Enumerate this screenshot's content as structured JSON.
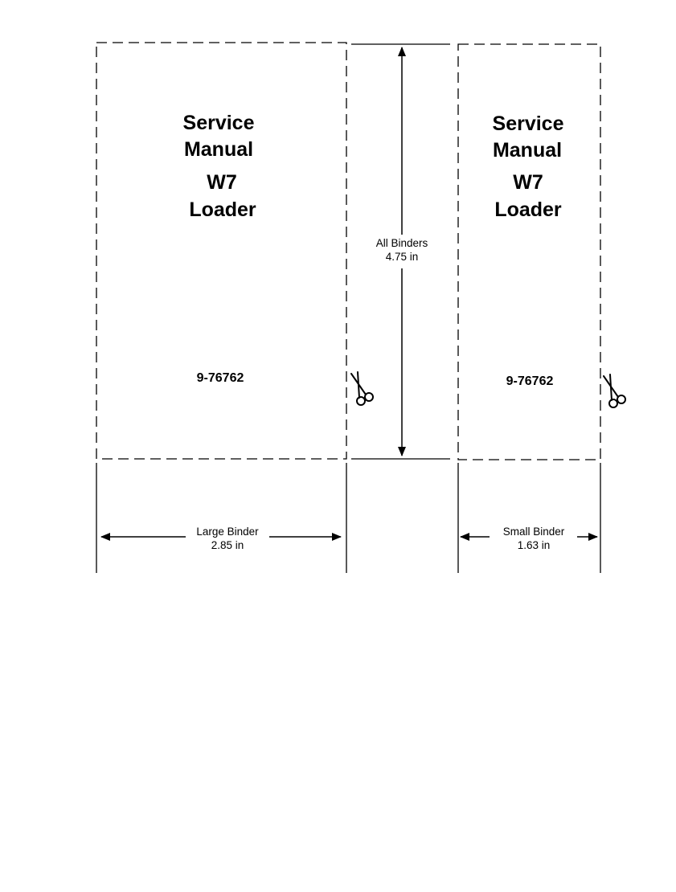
{
  "large_label": {
    "line1": "Service",
    "line2": "Manual",
    "line3": "W7",
    "line4": "Loader",
    "part_number": "9-76762"
  },
  "small_label": {
    "line1": "Service",
    "line2": "Manual",
    "line3": "W7",
    "line4": "Loader",
    "part_number": "9-76762"
  },
  "dimensions": {
    "all_binders": {
      "name": "All Binders",
      "value": "4.75 in"
    },
    "large_binder": {
      "name": "Large Binder",
      "value": "2.85 in"
    },
    "small_binder": {
      "name": "Small Binder",
      "value": "1.63 in"
    }
  },
  "icons": {
    "cut_mark": "scissors-icon"
  }
}
